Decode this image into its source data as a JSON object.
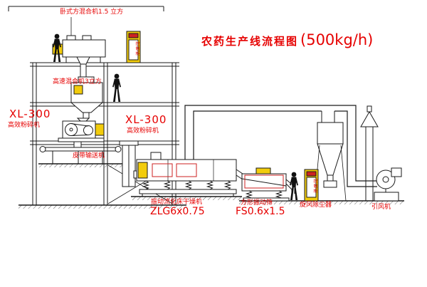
{
  "drawing": {
    "title": "农药生产线流程图",
    "capacity": "(500kg/h)"
  },
  "labels": {
    "top_mixer": "卧式方混合机1.5 立方",
    "high_speed_mixer": "高速混合机3立方",
    "mill_left_model": "XL-300",
    "mill_left_name": "高效粉碎机",
    "mill_center_model": "XL-300",
    "mill_center_name": "高效粉碎机",
    "belt_conveyor": "皮带输送机",
    "dryer_name": "振动流化床干燥机",
    "dryer_model": "ZLG6x0.75",
    "screen_name": "方形振动筛",
    "screen_model": "FS0.6x1.5",
    "cyclone": "旋风除尘器",
    "fan": "引风机",
    "cabinet_1": "控制柜",
    "cabinet_2": "控制柜"
  },
  "colors": {
    "label_red": "#e60000",
    "cabinet_yellow": "#f2cc0c",
    "accent_magenta": "#cc2222",
    "line_black": "#1a1a1a",
    "background": "#ffffff"
  }
}
